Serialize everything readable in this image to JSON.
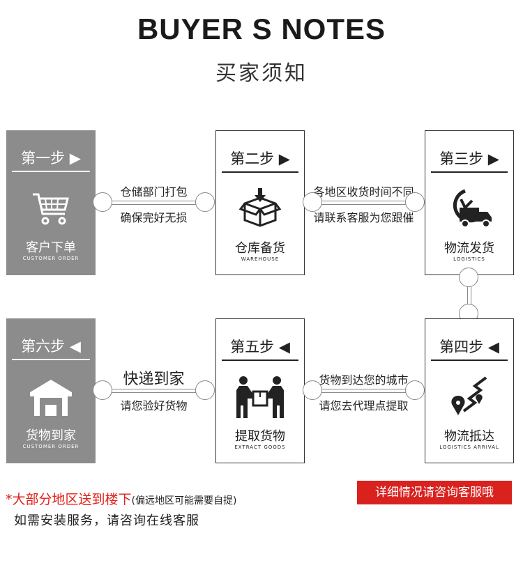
{
  "header": {
    "title": "BUYER S NOTES",
    "subtitle": "买家须知"
  },
  "steps": [
    {
      "step": "第一步 ▶",
      "name": "客户下单",
      "en": "CUSTOMER ORDER",
      "icon": "shopping-cart-icon"
    },
    {
      "step": "第二步 ▶",
      "name": "仓库备货",
      "en": "WAREHOUSE",
      "icon": "package-box-icon"
    },
    {
      "step": "第三步 ▶",
      "name": "物流发货",
      "en": "LOGISTICS",
      "icon": "delivery-truck-icon"
    },
    {
      "step": "第四步 ◀",
      "name": "物流抵达",
      "en": "LOGISTICS ARRIVAL",
      "icon": "location-pin-icon"
    },
    {
      "step": "第五步 ◀",
      "name": "提取货物",
      "en": "EXTRACT GOODS",
      "icon": "people-carry-box-icon"
    },
    {
      "step": "第六步 ◀",
      "name": "货物到家",
      "en": "CUSTOMER ORDER",
      "icon": "house-garage-icon"
    }
  ],
  "connectors": [
    {
      "line1": "仓储部门打包",
      "line2": "确保完好无损"
    },
    {
      "line1": "各地区收货时间不同",
      "line2": "请联系客服为您跟催"
    },
    {
      "line1": "货物到达您的城市",
      "line2": "请您去代理点提取"
    },
    {
      "line1": "快递到家",
      "line2": "请您验好货物"
    }
  ],
  "footer": {
    "note_main": "*大部分地区送到楼下",
    "note_small": "(偏远地区可能需要自提)",
    "note2": "如需安装服务，请咨询在线客服",
    "badge": "详细情况请咨询客服哦"
  },
  "colors": {
    "gray_box": "#8c8c8c",
    "accent_red": "#d9211e",
    "note_red": "#e0211b"
  }
}
